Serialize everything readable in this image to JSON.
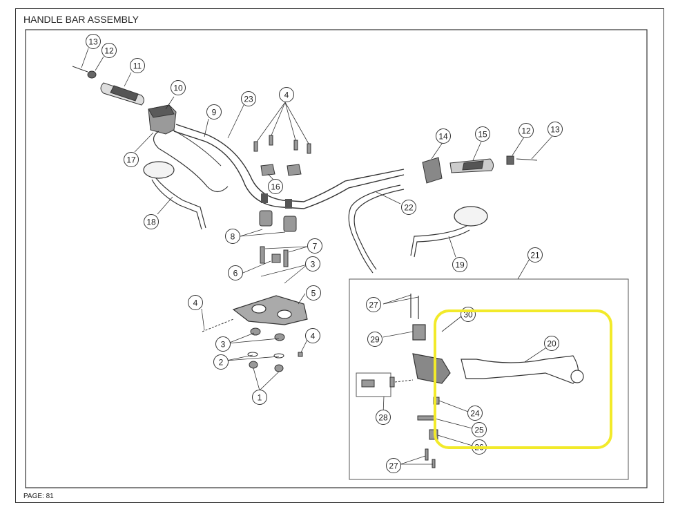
{
  "title": "HANDLE BAR ASSEMBLY",
  "page": "PAGE: 81",
  "highlight_color": "#f2ea2a",
  "callouts": [
    {
      "id": "c13a",
      "label": "13"
    },
    {
      "id": "c12a",
      "label": "12"
    },
    {
      "id": "c11",
      "label": "11"
    },
    {
      "id": "c10",
      "label": "10"
    },
    {
      "id": "c9",
      "label": "9"
    },
    {
      "id": "c23",
      "label": "23"
    },
    {
      "id": "c4a",
      "label": "4"
    },
    {
      "id": "c14",
      "label": "14"
    },
    {
      "id": "c15",
      "label": "15"
    },
    {
      "id": "c12b",
      "label": "12"
    },
    {
      "id": "c13b",
      "label": "13"
    },
    {
      "id": "c17",
      "label": "17"
    },
    {
      "id": "c16",
      "label": "16"
    },
    {
      "id": "c18",
      "label": "18"
    },
    {
      "id": "c22",
      "label": "22"
    },
    {
      "id": "c8",
      "label": "8"
    },
    {
      "id": "c7",
      "label": "7"
    },
    {
      "id": "c6",
      "label": "6"
    },
    {
      "id": "c3a",
      "label": "3"
    },
    {
      "id": "c19",
      "label": "19"
    },
    {
      "id": "c21",
      "label": "21"
    },
    {
      "id": "c4b",
      "label": "4"
    },
    {
      "id": "c5",
      "label": "5"
    },
    {
      "id": "c27a",
      "label": "27"
    },
    {
      "id": "c30",
      "label": "30"
    },
    {
      "id": "c20",
      "label": "20"
    },
    {
      "id": "c29",
      "label": "29"
    },
    {
      "id": "c4c",
      "label": "4"
    },
    {
      "id": "c3b",
      "label": "3"
    },
    {
      "id": "c2",
      "label": "2"
    },
    {
      "id": "c1",
      "label": "1"
    },
    {
      "id": "c24",
      "label": "24"
    },
    {
      "id": "c28",
      "label": "28"
    },
    {
      "id": "c25",
      "label": "25"
    },
    {
      "id": "c26",
      "label": "26"
    },
    {
      "id": "c27b",
      "label": "27"
    }
  ]
}
